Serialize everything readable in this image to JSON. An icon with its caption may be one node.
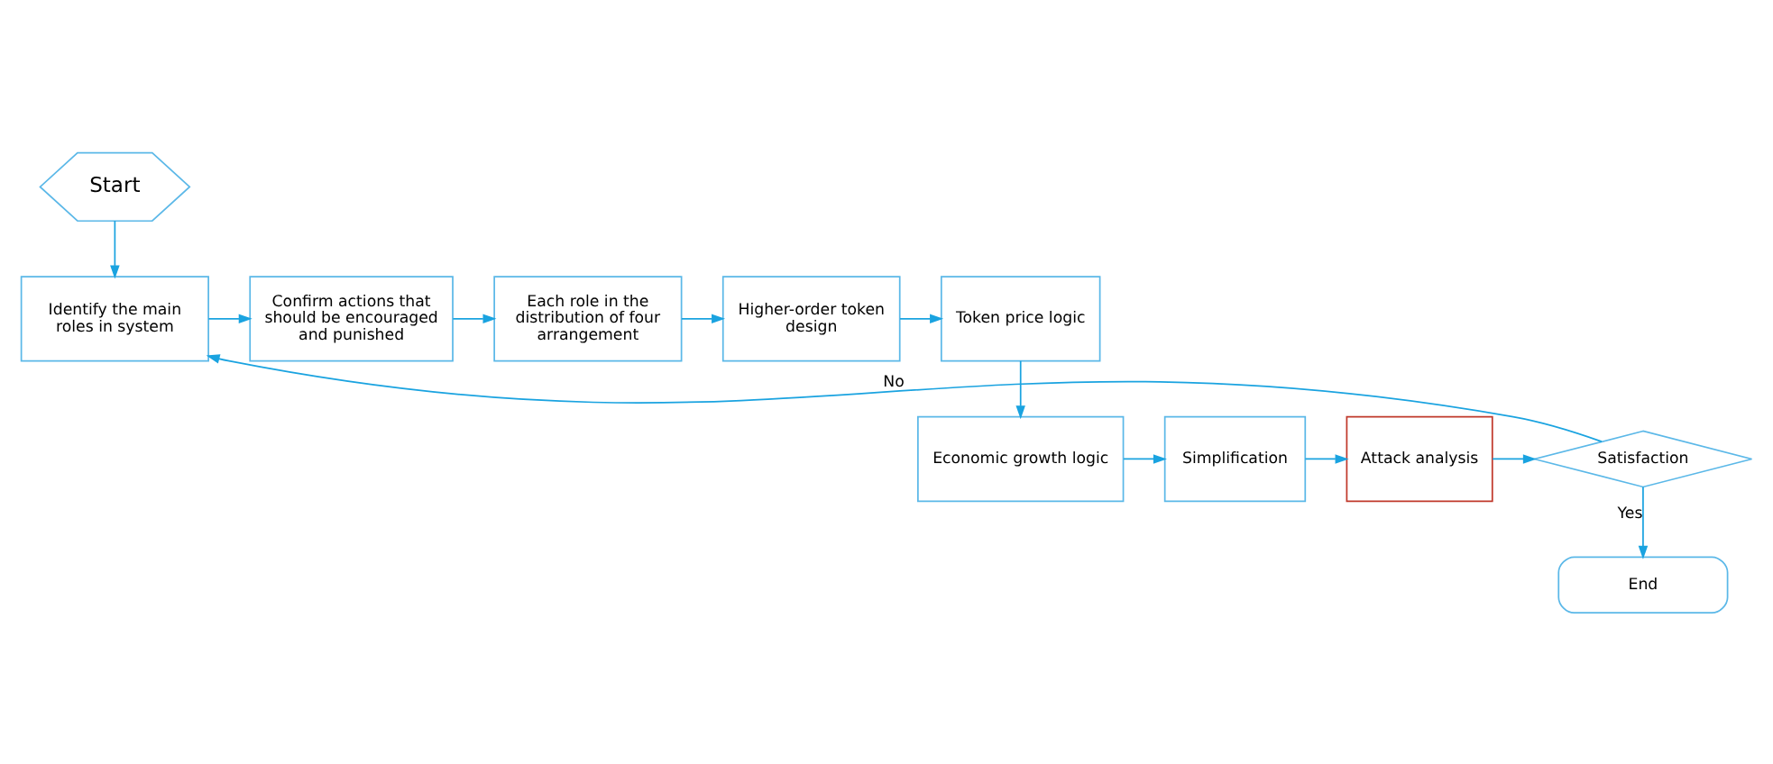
{
  "diagram": {
    "nodes": [
      {
        "text": [
          "Start"
        ]
      },
      {
        "text": [
          "Identify the main roles in system"
        ]
      },
      {
        "text": [
          "Confirm actions that should be encouraged and punished"
        ]
      },
      {
        "text": [
          "Each role in the distribution of four arrangement"
        ]
      },
      {
        "text": [
          "Higher-order token design"
        ]
      },
      {
        "text": [
          "Token price logic"
        ]
      },
      {
        "text": [
          "Economic growth logic"
        ]
      },
      {
        "text": [
          "Simplification"
        ]
      },
      {
        "text": [
          "Attack analysis"
        ]
      },
      {
        "text": [
          "Satisfaction"
        ]
      },
      {
        "text": [
          "End"
        ]
      }
    ],
    "edges": [
      {
        "from": 0,
        "to": 1,
        "arrow": "to"
      },
      {
        "from": 1,
        "to": 2,
        "arrow": "to"
      },
      {
        "from": 2,
        "to": 3,
        "arrow": "to"
      },
      {
        "from": 3,
        "to": 4,
        "arrow": "to"
      },
      {
        "from": 4,
        "to": 5,
        "arrow": "to"
      },
      {
        "from": 5,
        "to": 6,
        "arrow": "to"
      },
      {
        "from": 6,
        "to": 7,
        "arrow": "to"
      },
      {
        "from": 7,
        "to": 8,
        "arrow": "to"
      },
      {
        "from": 8,
        "to": 9,
        "arrow": "to"
      },
      {
        "from": 9,
        "to": 1,
        "label": "No",
        "arrow": "to"
      },
      {
        "from": 9,
        "to": 10,
        "label": "Yes",
        "arrow": "to"
      }
    ]
  }
}
